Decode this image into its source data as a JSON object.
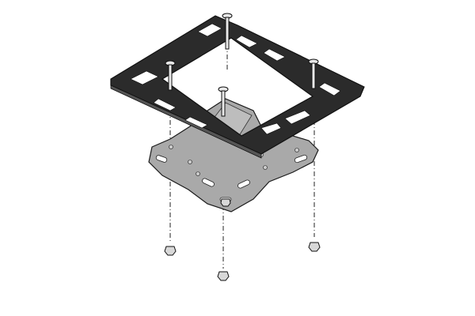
{
  "illustration": {
    "colors": {
      "frame": "#2b2b2b",
      "base_plate": "#a9a9a9",
      "outline": "#1a1a1a",
      "background": "#ffffff"
    },
    "parts": [
      "adapter-frame",
      "base-plate",
      "bolt",
      "nut"
    ],
    "bolt_count": 4,
    "nut_count": 4
  }
}
